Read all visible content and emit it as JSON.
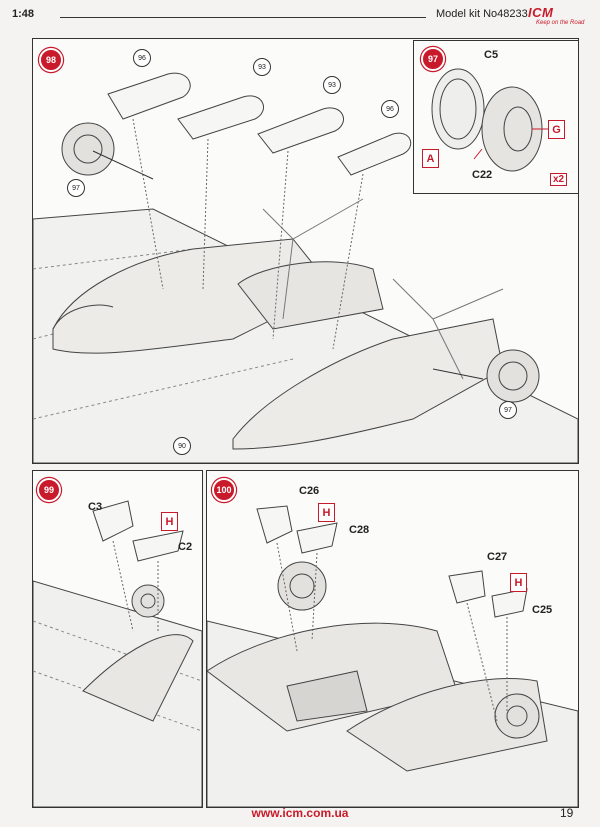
{
  "header": {
    "scale": "1:48",
    "kit": "Model kit No48233",
    "logo_text": "ICM",
    "logo_tagline": "Keep on the Road"
  },
  "steps": {
    "s98": {
      "number": "98",
      "refs": [
        "96",
        "93",
        "93",
        "96",
        "97",
        "97",
        "90"
      ]
    },
    "s97": {
      "number": "97",
      "parts": [
        "C5",
        "C22"
      ],
      "tags": [
        "A",
        "G"
      ],
      "multiplier": "x2"
    },
    "s99": {
      "number": "99",
      "parts": [
        "C3",
        "C2"
      ],
      "tag": "H"
    },
    "s100": {
      "number": "100",
      "parts": [
        "C26",
        "C28",
        "C27",
        "C25"
      ],
      "tags": [
        "H",
        "H"
      ]
    }
  },
  "footer": {
    "url": "www.icm.com.ua",
    "page": "19"
  },
  "colors": {
    "accent": "#c81a2a",
    "line": "#333333"
  }
}
